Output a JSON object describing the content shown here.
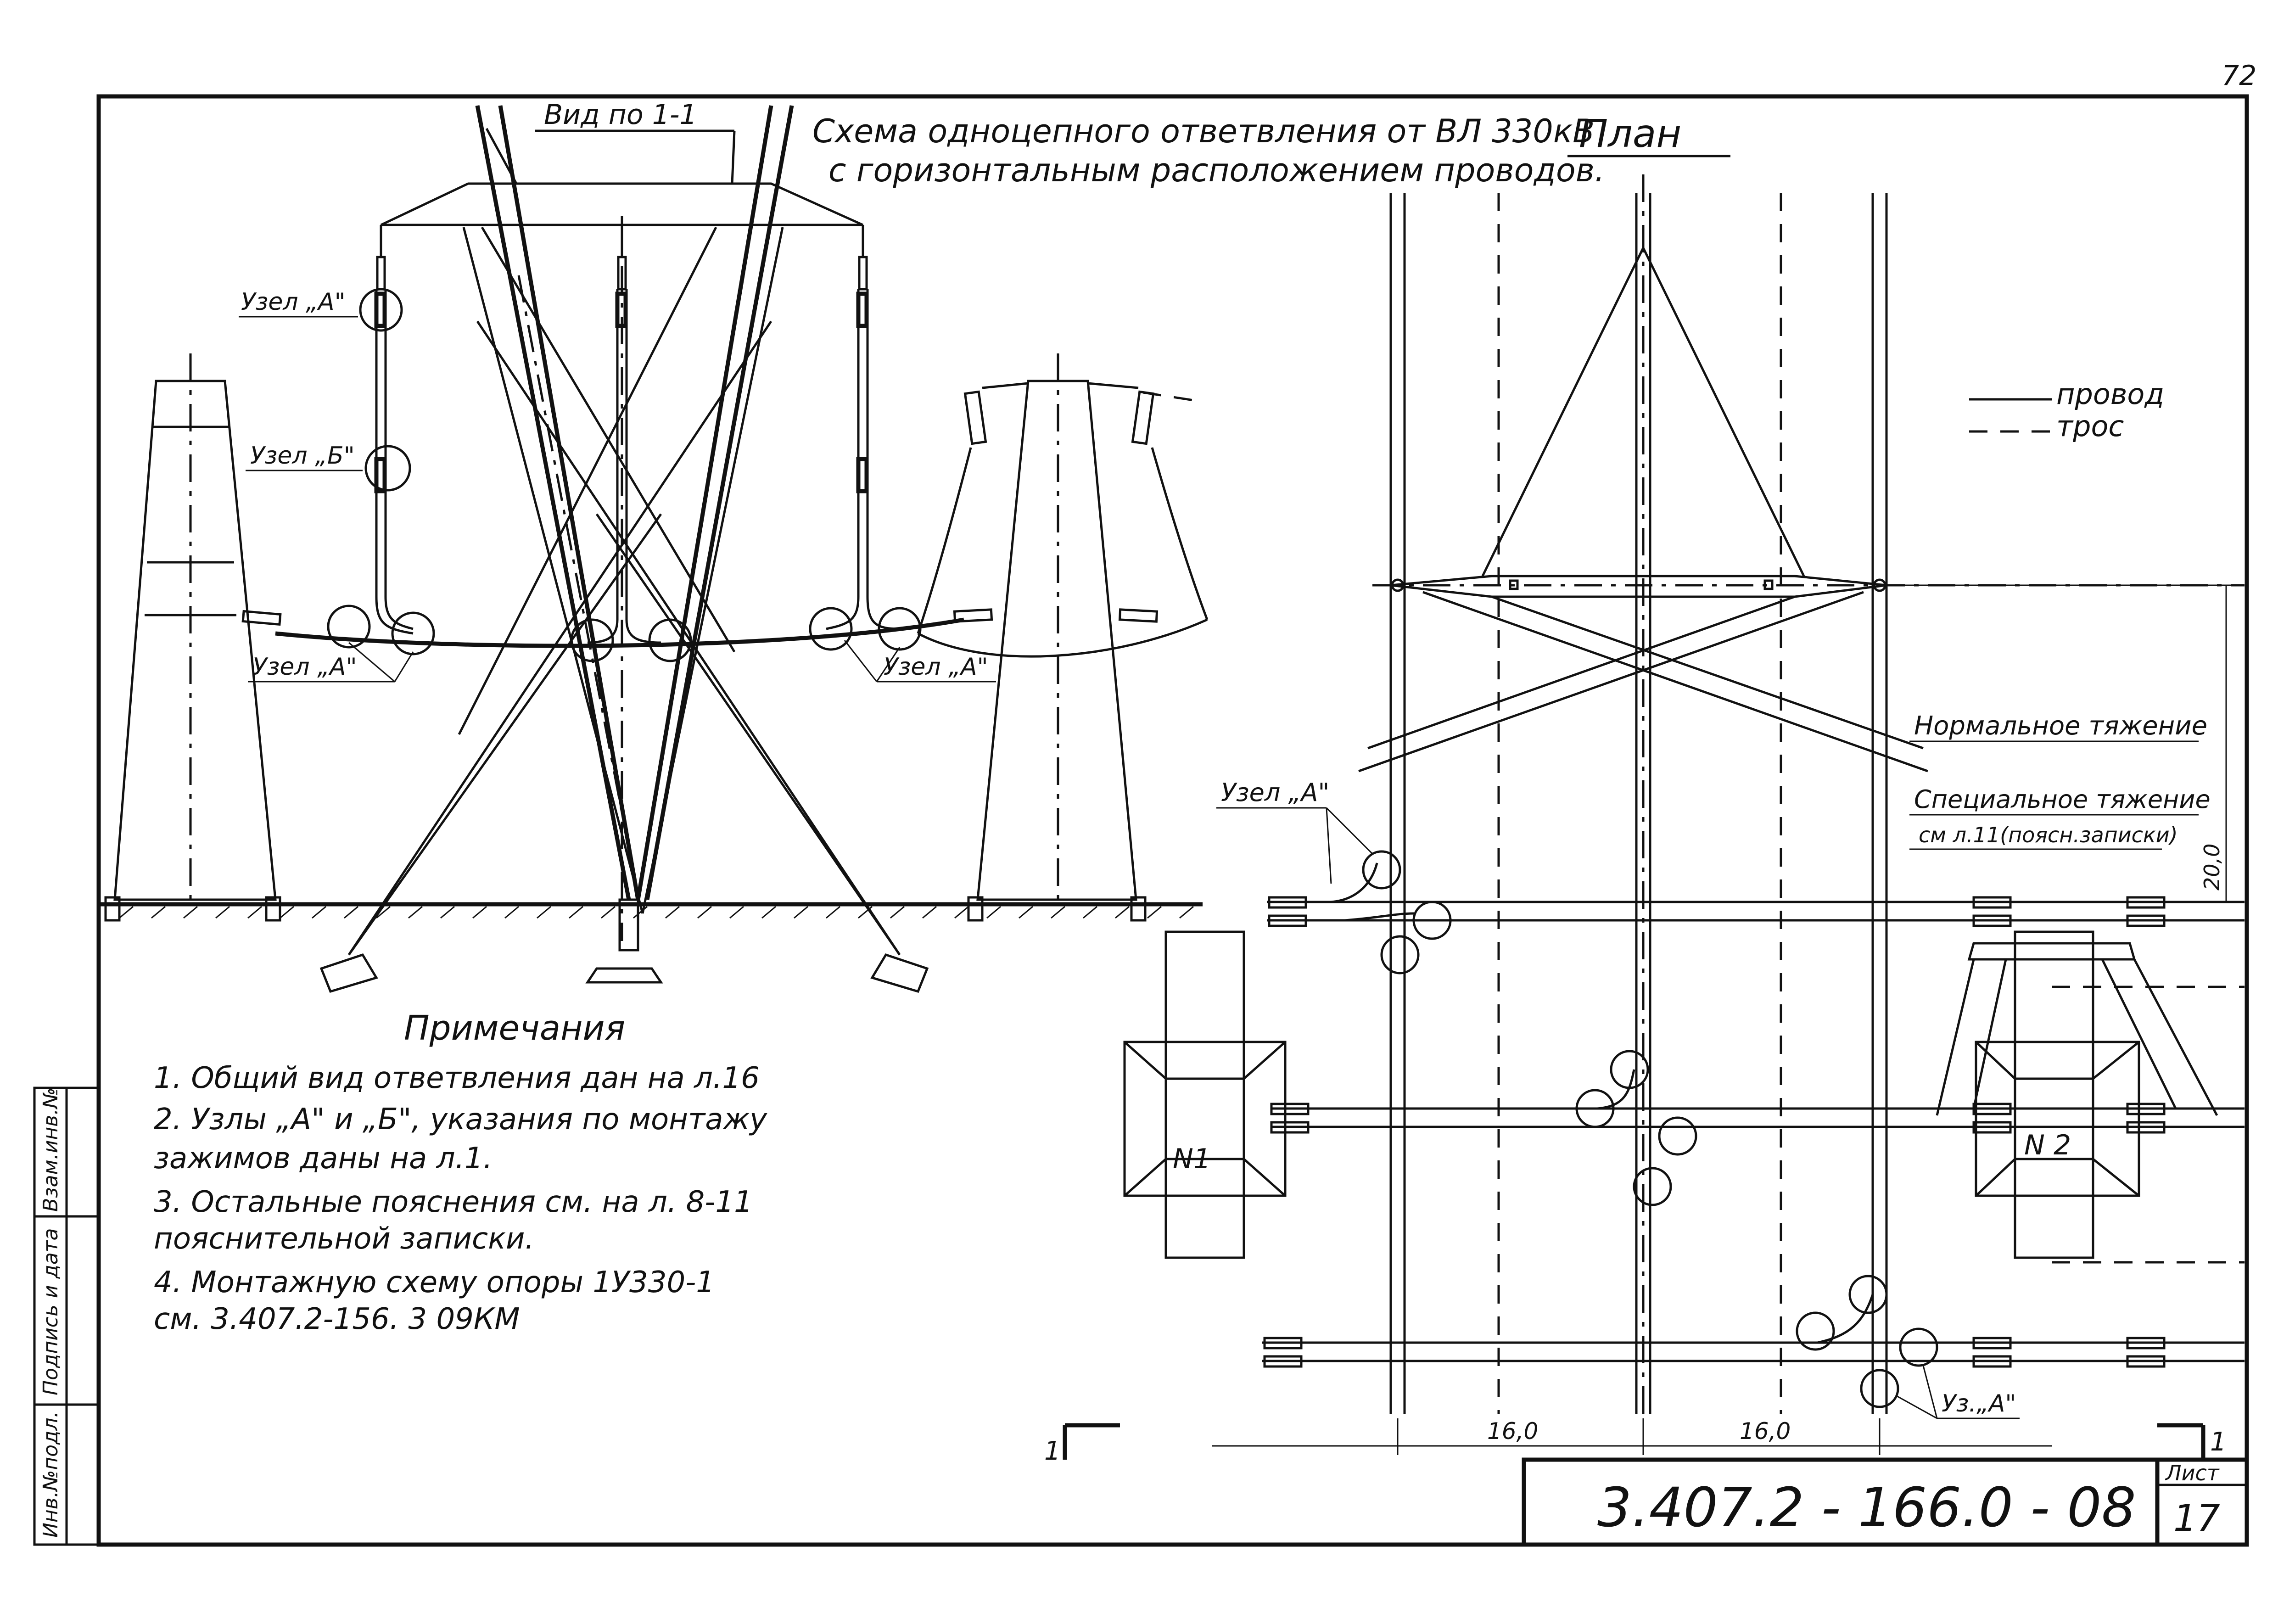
{
  "page_number": "72",
  "titles": {
    "view": "Вид по 1-1",
    "scheme_line1": "Схема одноцепного ответвления от ВЛ 330кВ",
    "scheme_line2": "с горизонтальным расположением проводов.",
    "plan": "План"
  },
  "legend": {
    "wire": "провод",
    "cable": "трос"
  },
  "labels": {
    "node_a_1": "Узел „А\"",
    "node_b": "Узел „Б\"",
    "node_a_2": "Узел „А\"",
    "node_a_3": "Узел „А\"",
    "node_a_plan": "Узел „А\"",
    "node_a_short": "Уз.„А\"",
    "normal_tension": "Нормальное тяжение",
    "special_tension": "Специальное тяжение",
    "special_note": "см л.11(поясн.записки)",
    "dim_20": "20,0",
    "dim_16a": "16,0",
    "dim_16b": "16,0",
    "tower_n1": "N1",
    "tower_n2": "N 2",
    "section_mark_left": "1",
    "section_mark_right": "1"
  },
  "notes": {
    "title": "Примечания",
    "items": [
      "1.  Общий вид ответвления дан на л.16",
      "2.  Узлы „А\" и „Б\", указания по монтажу",
      "     зажимов даны на л.1.",
      "3.  Остальные пояснения см. на л. 8-11",
      "     пояснительной записки.",
      "4.  Монтажную схему опоры 1У330-1",
      "     см. 3.407.2-156. 3 09КМ"
    ]
  },
  "side_stamp": {
    "inv_orig": "Инв.№подл.",
    "sign_date": "Подпись и дата",
    "replace_inv": "Взам.инв.№"
  },
  "title_block": {
    "code": "3.407.2 - 166.0 - 08",
    "sheet_label": "Лист",
    "sheet_number": "17"
  }
}
